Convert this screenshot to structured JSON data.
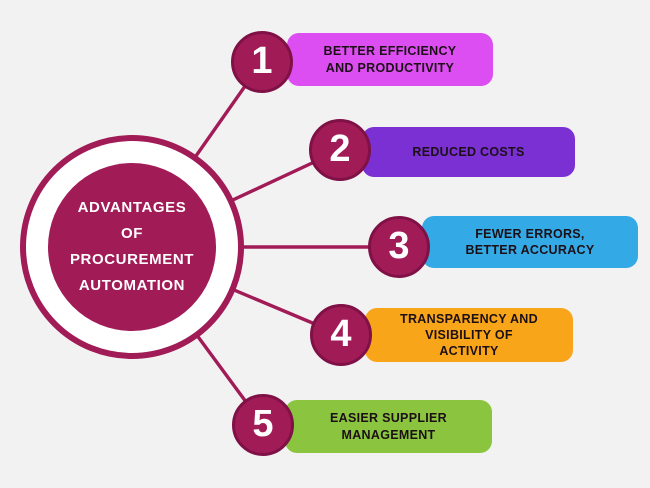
{
  "title": "ADVANTAGES\nOF\nPROCUREMENT\nAUTOMATION",
  "items": [
    {
      "number": "1",
      "label": "BETTER EFFICIENCY\nAND PRODUCTIVITY",
      "color": "#dd4ef2"
    },
    {
      "number": "2",
      "label": "REDUCED COSTS",
      "color": "#7a30d3"
    },
    {
      "number": "3",
      "label": "FEWER ERRORS,\nBETTER ACCURACY",
      "color": "#33a9e6"
    },
    {
      "number": "4",
      "label": "TRANSPARENCY AND\nVISIBILITY OF\nACTIVITY",
      "color": "#f9a51a"
    },
    {
      "number": "5",
      "label": "EASIER SUPPLIER\nMANAGEMENT",
      "color": "#8bc43f"
    }
  ],
  "colors": {
    "primary": "#a11b57",
    "circle_border": "#7f1147",
    "bar_text": "#1c1016",
    "background": "#f3f2f2",
    "hub_ring_fill": "#ffffff",
    "number_text": "#ffffff",
    "title_text": "#ffffff"
  }
}
